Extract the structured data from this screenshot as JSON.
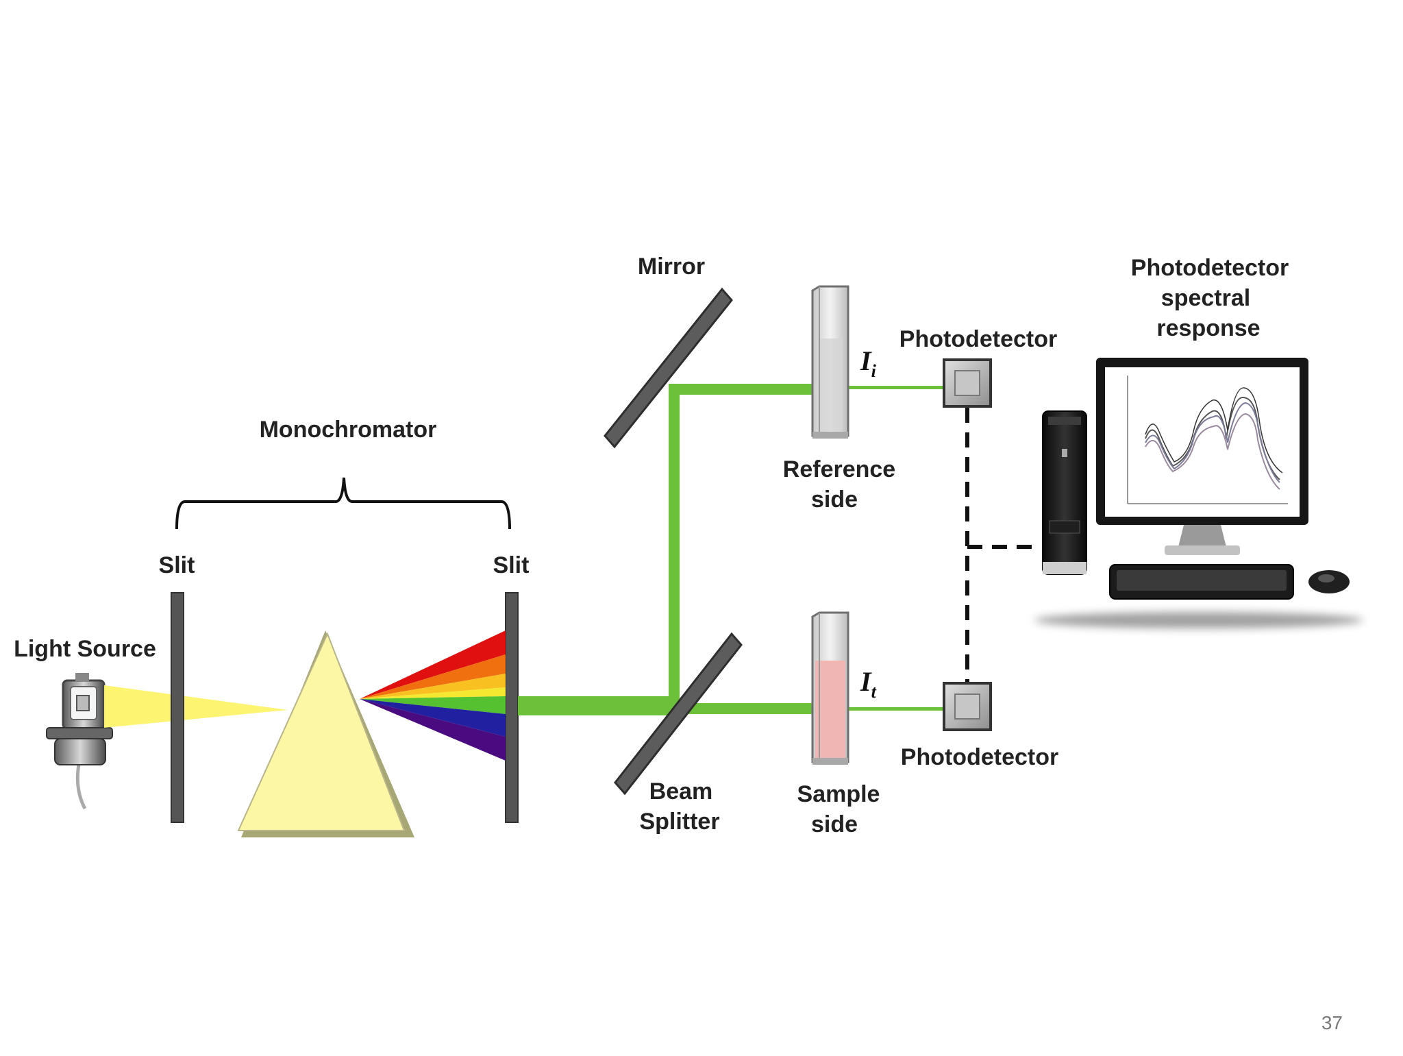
{
  "labels": {
    "mirror": "Mirror",
    "monochromator": "Monochromator",
    "slit_left": "Slit",
    "slit_right": "Slit",
    "light_source": "Light Source",
    "reference_side_1": "Reference",
    "reference_side_2": "side",
    "sample_side_1": "Sample",
    "sample_side_2": "side",
    "beam_splitter_1": "Beam",
    "beam_splitter_2": "Splitter",
    "photodetector_top": "Photodetector",
    "photodetector_bottom": "Photodetector",
    "spectral_1": "Photodetector",
    "spectral_2": "spectral",
    "spectral_3": "response",
    "intensity_incident": "I",
    "intensity_incident_sub": "i",
    "intensity_transmitted": "I",
    "intensity_transmitted_sub": "t"
  },
  "page_number": "37",
  "colors": {
    "beam_green": "#6cc13a",
    "light_yellow": "#fdf36a",
    "prism_yellow": "#fbf7a4",
    "slit_gray": "#555555",
    "mirror_gray": "#5c5c5c",
    "sample_pink": "#efb6b4",
    "spectrum": [
      "#e01010",
      "#f07010",
      "#f8c020",
      "#f4e830",
      "#55c030",
      "#2020a0",
      "#4a0a80"
    ]
  }
}
